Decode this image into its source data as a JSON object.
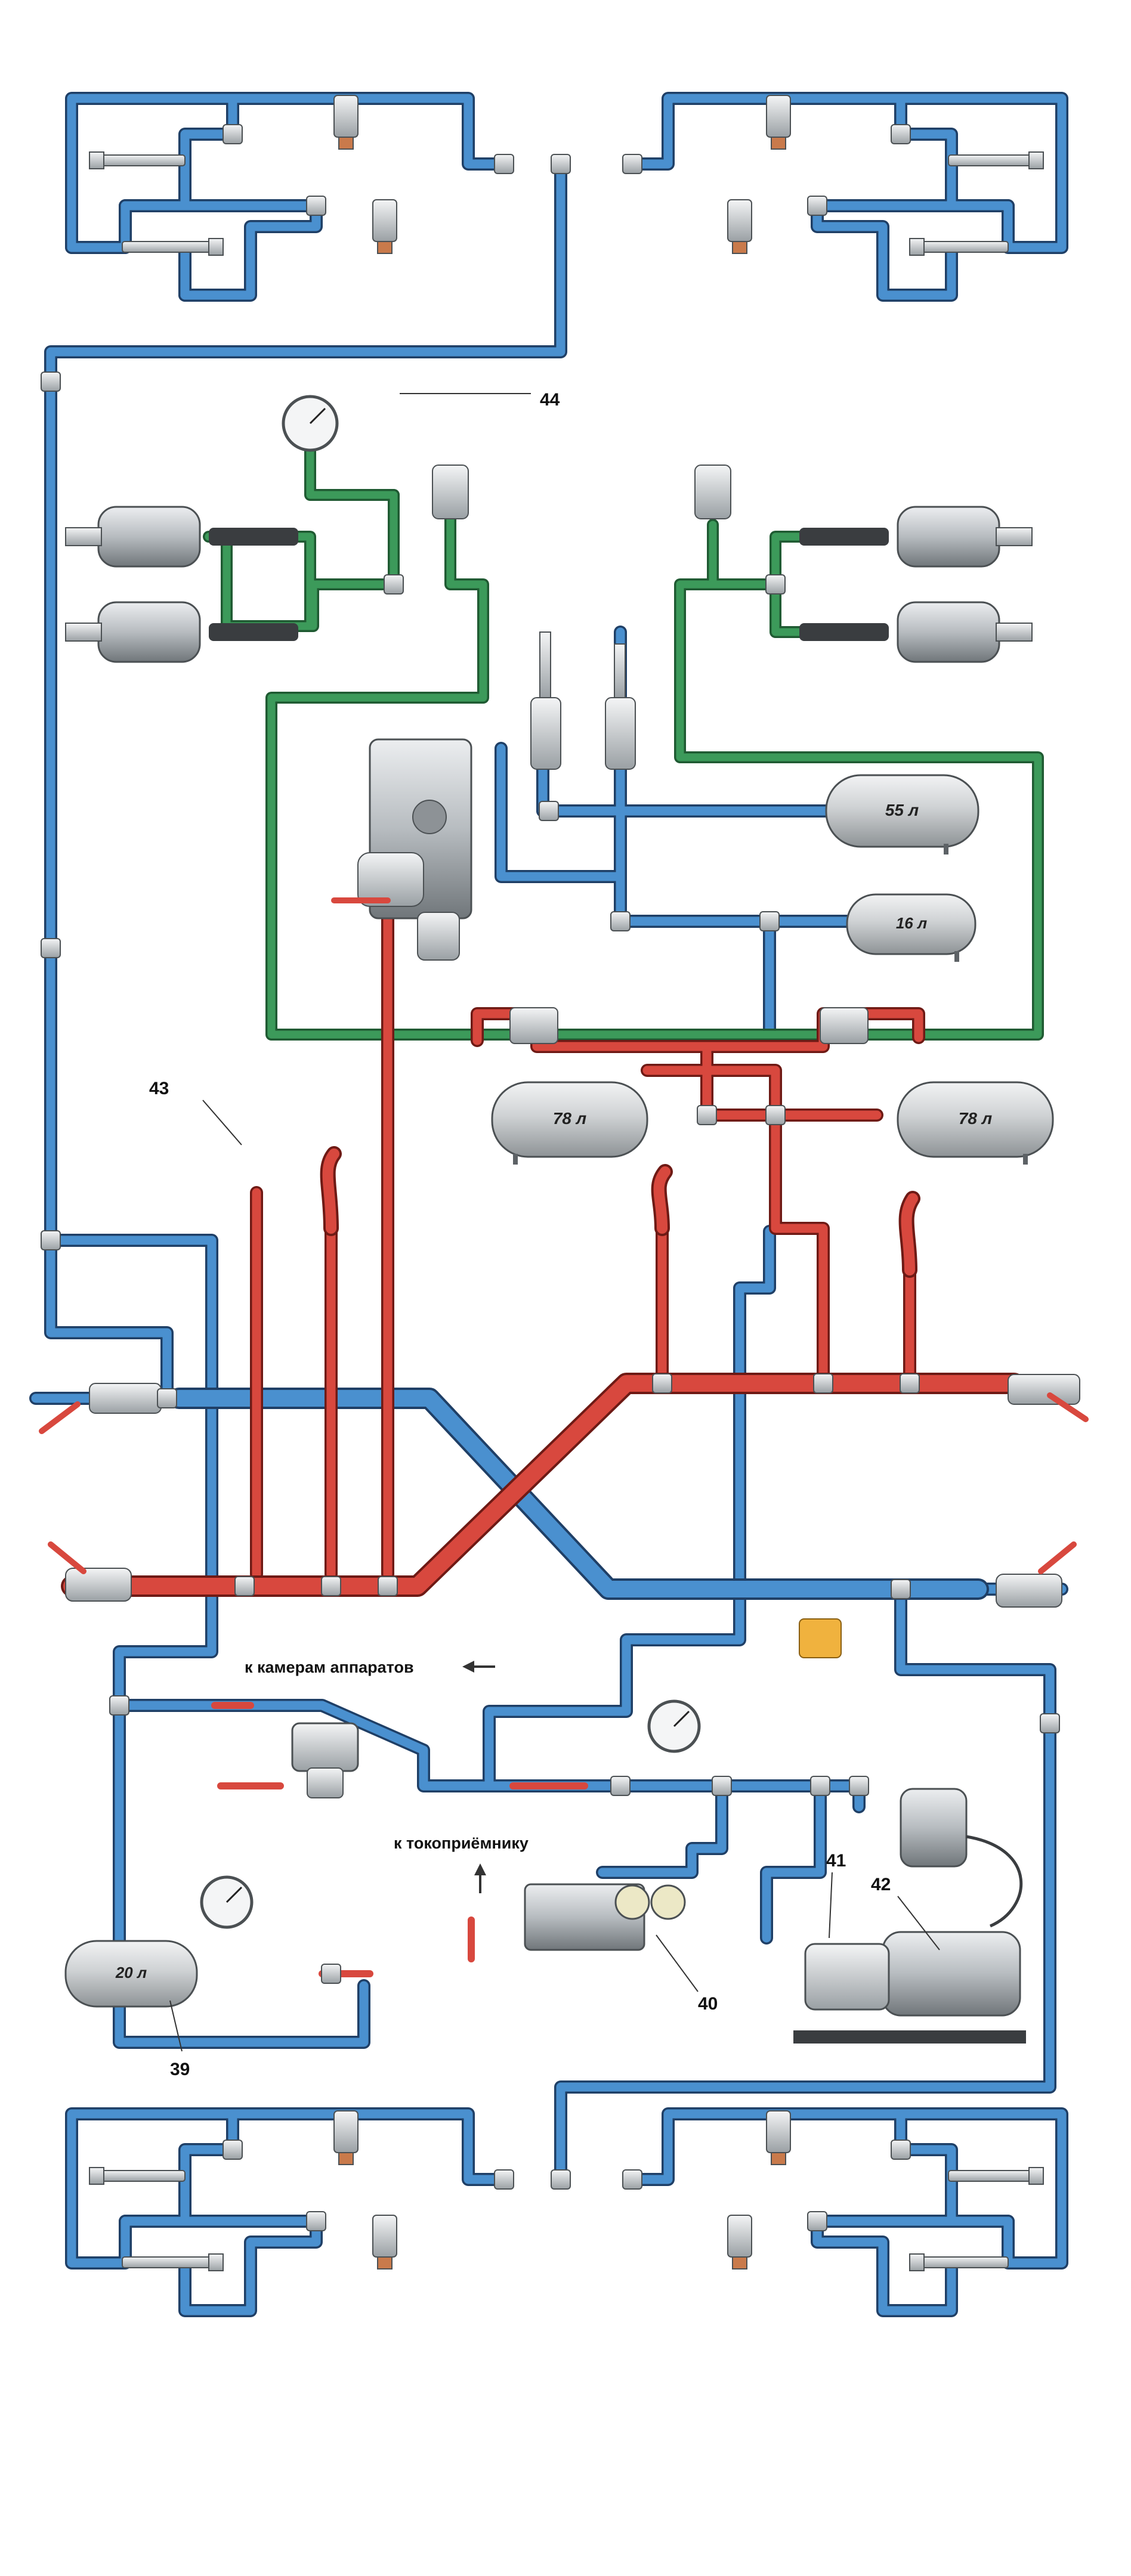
{
  "colors": {
    "supply_blue": "#4a90cf",
    "brake_red": "#d8483e",
    "control_green": "#3c9a5a",
    "pipe_outline": "#1f3f66",
    "fitting_gray": "#c9cdd2",
    "tank_gray": "#cfd2d4"
  },
  "tanks": {
    "t55": "55 л",
    "t16": "16 л",
    "t78_left": "78 л",
    "t78_right": "78 л",
    "t20": "20 л"
  },
  "labels": {
    "to_chambers": "к камерам аппаратов",
    "to_pantograph": "к токоприёмнику"
  },
  "callouts": {
    "c39": "39",
    "c40": "40",
    "c41": "41",
    "c42": "42",
    "c43": "43",
    "c44": "44"
  }
}
